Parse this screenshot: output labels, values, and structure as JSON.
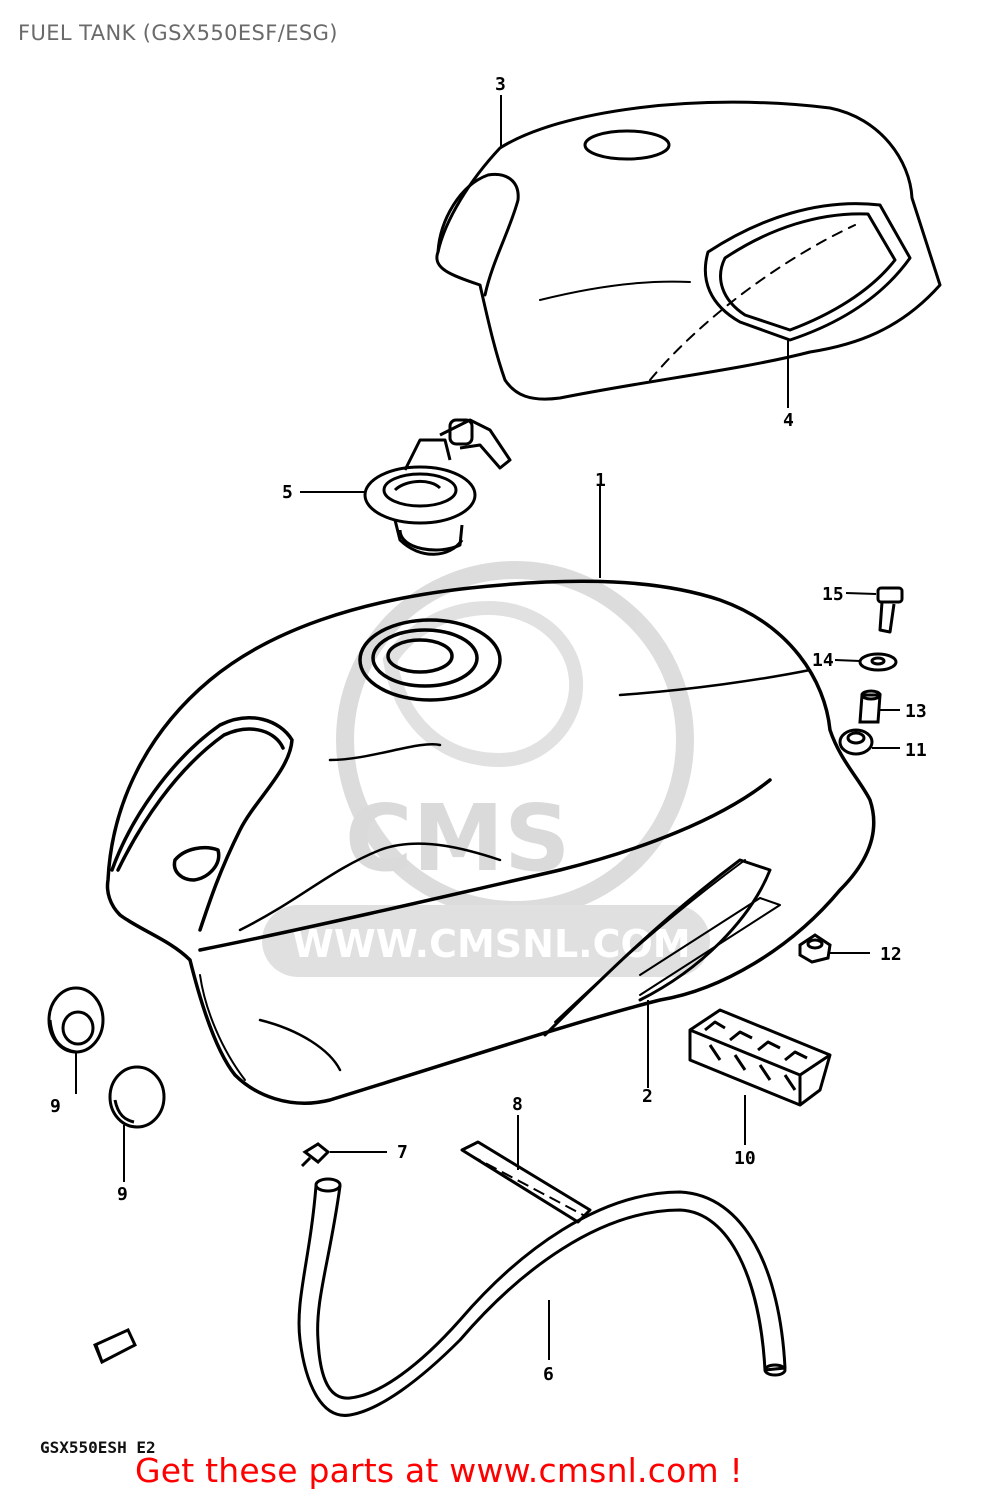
{
  "title": "FUEL TANK (GSX550ESF/ESG)",
  "drawing_code": "GSX550ESH E2",
  "cta": "Get these parts at www.cmsnl.com !",
  "watermark": {
    "brand": "CMS",
    "url": "WWW.CMSNL.COM"
  },
  "callouts": [
    "1",
    "2",
    "3",
    "4",
    "5",
    "6",
    "7",
    "8",
    "9",
    "9",
    "10",
    "11",
    "12",
    "13",
    "14",
    "15"
  ],
  "colors": {
    "line": "#000000",
    "watermark": "#d7d7d7",
    "cta": "#ff0000",
    "title": "#6a6a6a"
  }
}
